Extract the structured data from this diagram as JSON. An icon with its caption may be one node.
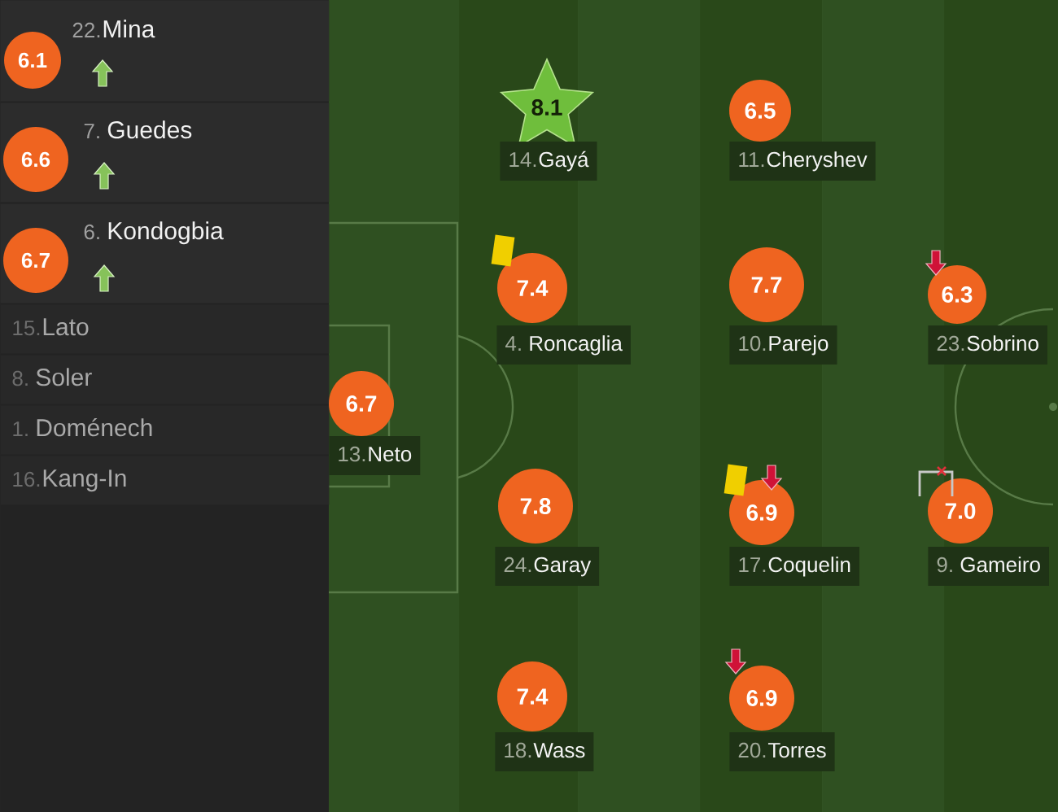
{
  "diagram": {
    "nodes": [
      {
        "text": [
          "22.",
          "Mina"
        ]
      },
      {
        "text": [
          "6.1"
        ],
        "in": 0
      },
      {
        "text": [
          "7.",
          "Guedes"
        ]
      },
      {
        "text": [
          "6.6"
        ],
        "in": 2
      },
      {
        "text": [
          "6.",
          "Kondogbia"
        ]
      },
      {
        "text": [
          "6.7"
        ],
        "in": 4
      },
      {
        "text": [
          "15.",
          "Lato"
        ]
      },
      {
        "text": [
          "8.",
          "Soler"
        ]
      },
      {
        "text": [
          "1.",
          "Doménech"
        ]
      },
      {
        "text": [
          "16.",
          "Kang-In"
        ]
      },
      {
        "text": [
          "8.1"
        ],
        "beside": [
          "14.",
          "Gayá"
        ]
      },
      {
        "text": [
          "6.5"
        ],
        "beside": [
          "11.",
          "Cheryshev"
        ]
      },
      {
        "text": [
          "7.4"
        ],
        "beside": [
          "4.",
          "Roncaglia"
        ]
      },
      {
        "text": [
          "7.7"
        ],
        "beside": [
          "10.",
          "Parejo"
        ]
      },
      {
        "text": [
          "6.3"
        ],
        "beside": [
          "23.",
          "Sobrino"
        ]
      },
      {
        "text": [
          "6.7"
        ],
        "beside": [
          "13.",
          "Neto"
        ]
      },
      {
        "text": [
          "7.8"
        ],
        "beside": [
          "24.",
          "Garay"
        ]
      },
      {
        "text": [
          "6.9"
        ],
        "beside": [
          "17.",
          "Coquelin"
        ]
      },
      {
        "text": [
          "7.0"
        ],
        "beside": [
          "9.",
          "Gameiro"
        ]
      },
      {
        "text": [
          "7.4"
        ],
        "beside": [
          "18.",
          "Wass"
        ]
      },
      {
        "text": [
          "6.9"
        ],
        "beside": [
          "20.",
          "Torres"
        ]
      }
    ]
  }
}
